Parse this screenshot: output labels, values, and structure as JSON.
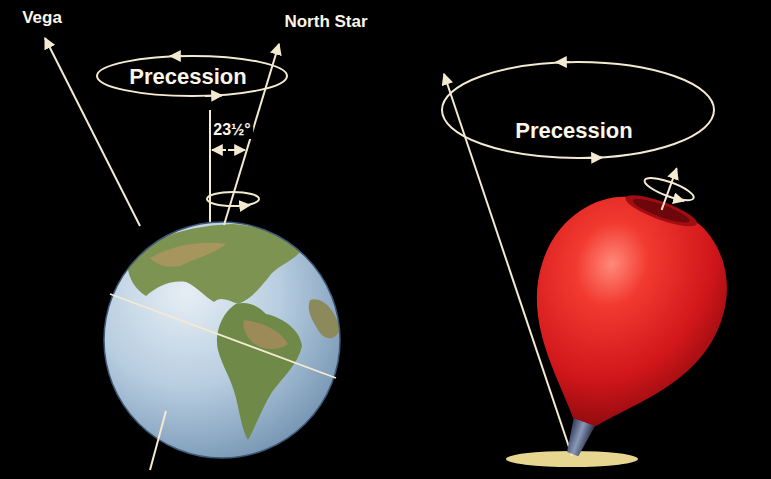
{
  "diagram": {
    "labels": [
      "Vega",
      "North Star",
      "Precession",
      "23½°",
      "Precession"
    ]
  }
}
